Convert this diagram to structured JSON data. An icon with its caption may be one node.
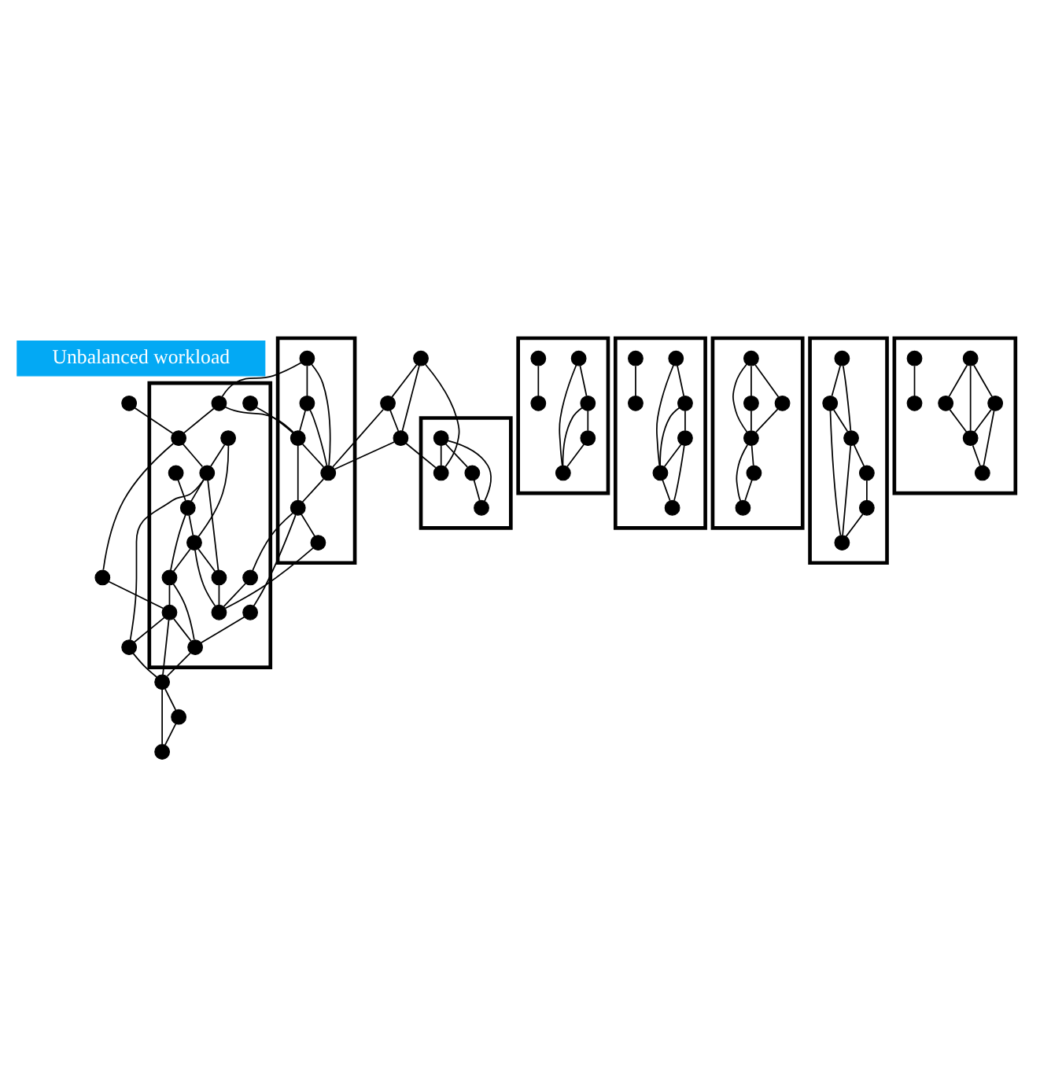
{
  "diagram": {
    "nodes": [
      {
        "text": [
          "Unbalanced workload"
        ]
      },
      {
        "text": [],
        "shape": "circle"
      },
      {
        "text": [],
        "shape": "circle"
      },
      {
        "text": [],
        "shape": "circle"
      },
      {
        "text": [],
        "shape": "box"
      },
      {
        "text": [],
        "shape": "circle",
        "in": 4
      },
      {
        "text": [],
        "shape": "circle",
        "in": 4
      },
      {
        "text": [],
        "shape": "circle",
        "in": 4
      },
      {
        "text": [],
        "shape": "circle",
        "in": 4
      },
      {
        "text": [],
        "shape": "circle",
        "in": 4
      },
      {
        "text": [],
        "shape": "circle",
        "in": 4
      },
      {
        "text": [],
        "shape": "box"
      },
      {
        "text": [],
        "shape": "circle",
        "in": 11
      },
      {
        "text": [],
        "shape": "circle",
        "in": 11
      },
      {
        "text": [],
        "shape": "circle",
        "in": 11
      },
      {
        "text": [],
        "shape": "circle",
        "in": 11
      },
      {
        "text": [],
        "shape": "circle"
      },
      {
        "text": [],
        "shape": "box"
      },
      {
        "text": [],
        "shape": "circle",
        "in": 17
      },
      {
        "text": [],
        "shape": "circle",
        "in": 17
      },
      {
        "text": [],
        "shape": "circle",
        "in": 17
      },
      {
        "text": [],
        "shape": "circle",
        "in": 17
      },
      {
        "text": [],
        "shape": "circle",
        "in": 17
      },
      {
        "text": [],
        "shape": "circle",
        "in": 17
      },
      {
        "text": [],
        "shape": "circle",
        "in": 17
      },
      {
        "text": [],
        "shape": "circle",
        "in": 17
      },
      {
        "text": [],
        "shape": "circle",
        "in": 17
      },
      {
        "text": [],
        "shape": "circle",
        "in": 17
      },
      {
        "text": [],
        "shape": "circle",
        "in": 17
      },
      {
        "text": [],
        "shape": "circle",
        "in": 17
      },
      {
        "text": [],
        "shape": "circle",
        "in": 17
      },
      {
        "text": [],
        "shape": "circle",
        "in": 17
      },
      {
        "text": [],
        "shape": "circle",
        "in": 17
      },
      {
        "text": [],
        "shape": "circle"
      },
      {
        "text": [],
        "shape": "circle"
      },
      {
        "text": [],
        "shape": "box"
      },
      {
        "text": [],
        "shape": "circle"
      },
      {
        "text": [],
        "shape": "circle",
        "in": 35
      },
      {
        "text": [],
        "shape": "circle",
        "in": 35
      },
      {
        "text": [],
        "shape": "circle",
        "in": 35
      },
      {
        "text": [],
        "shape": "circle",
        "in": 35
      },
      {
        "text": [],
        "shape": "circle",
        "in": 35
      },
      {
        "text": [],
        "shape": "circle",
        "in": 35
      },
      {
        "text": [],
        "shape": "circle"
      },
      {
        "text": [],
        "shape": "circle"
      },
      {
        "text": [],
        "shape": "box"
      },
      {
        "text": [],
        "shape": "circle",
        "in": 45
      },
      {
        "text": [],
        "shape": "circle",
        "in": 45
      },
      {
        "text": [],
        "shape": "circle",
        "in": 45
      },
      {
        "text": [],
        "shape": "circle",
        "in": 45
      },
      {
        "text": [],
        "shape": "circle",
        "in": 45
      },
      {
        "text": [],
        "shape": "circle",
        "in": 45
      },
      {
        "text": [],
        "shape": "circle",
        "in": 45
      },
      {
        "text": [],
        "shape": "box"
      },
      {
        "text": [],
        "shape": "circle",
        "in": 53
      },
      {
        "text": [],
        "shape": "circle",
        "in": 53
      },
      {
        "text": [],
        "shape": "circle",
        "in": 53
      },
      {
        "text": [],
        "shape": "circle",
        "in": 53
      },
      {
        "text": [],
        "shape": "circle",
        "in": 53
      },
      {
        "text": [],
        "shape": "circle",
        "in": 53
      },
      {
        "text": [],
        "shape": "box"
      },
      {
        "text": [],
        "shape": "circle",
        "in": 60
      },
      {
        "text": [],
        "shape": "circle",
        "in": 60
      },
      {
        "text": [],
        "shape": "circle",
        "in": 60
      },
      {
        "text": [],
        "shape": "circle",
        "in": 60
      },
      {
        "text": [],
        "shape": "circle",
        "in": 60
      },
      {
        "text": [],
        "shape": "circle",
        "in": 60
      },
      {
        "text": [],
        "shape": "box"
      },
      {
        "text": [],
        "shape": "circle",
        "in": 67
      },
      {
        "text": [],
        "shape": "circle",
        "in": 67
      },
      {
        "text": [],
        "shape": "circle",
        "in": 67
      },
      {
        "text": [],
        "shape": "circle",
        "in": 67
      },
      {
        "text": [],
        "shape": "circle",
        "in": 67
      },
      {
        "text": [],
        "shape": "circle",
        "in": 67
      },
      {
        "text": [],
        "shape": "circle",
        "in": 67
      }
    ],
    "edges": [
      {
        "from": 1,
        "to": 2,
        "arrow": "none"
      },
      {
        "from": 1,
        "to": 3,
        "arrow": "none"
      },
      {
        "from": 2,
        "to": 3,
        "arrow": "none"
      },
      {
        "from": 1,
        "to": 15,
        "arrow": "none"
      },
      {
        "from": 3,
        "to": 15,
        "arrow": "none"
      },
      {
        "from": 2,
        "to": 7,
        "arrow": "none"
      },
      {
        "from": 3,
        "to": 7,
        "arrow": "none"
      },
      {
        "from": 5,
        "to": 6,
        "arrow": "none"
      },
      {
        "from": 5,
        "to": 7,
        "arrow": "none"
      },
      {
        "from": 6,
        "to": 7,
        "arrow": "none"
      },
      {
        "from": 5,
        "to": 19,
        "arrow": "none"
      },
      {
        "from": 6,
        "to": 8,
        "arrow": "none"
      },
      {
        "from": 8,
        "to": 7,
        "arrow": "none"
      },
      {
        "from": 7,
        "to": 9,
        "arrow": "none"
      },
      {
        "from": 8,
        "to": 9,
        "arrow": "none"
      },
      {
        "from": 9,
        "to": 10,
        "arrow": "none"
      },
      {
        "from": 12,
        "to": 13,
        "arrow": "none"
      },
      {
        "from": 12,
        "to": 14,
        "arrow": "none"
      },
      {
        "from": 13,
        "to": 14,
        "arrow": "none"
      },
      {
        "from": 12,
        "to": 15,
        "arrow": "none"
      },
      {
        "from": 8,
        "to": 24,
        "arrow": "none"
      },
      {
        "from": 9,
        "to": 18,
        "arrow": "none"
      },
      {
        "from": 10,
        "to": 25,
        "arrow": "none"
      },
      {
        "from": 19,
        "to": 8,
        "arrow": "none"
      },
      {
        "from": 20,
        "to": 9,
        "arrow": "none"
      },
      {
        "from": 16,
        "to": 21,
        "arrow": "none"
      },
      {
        "from": 19,
        "to": 21,
        "arrow": "none"
      },
      {
        "from": 21,
        "to": 22,
        "arrow": "none"
      },
      {
        "from": 22,
        "to": 23,
        "arrow": "none"
      },
      {
        "from": 23,
        "to": 25,
        "arrow": "none"
      },
      {
        "from": 20,
        "to": 25,
        "arrow": "none"
      },
      {
        "from": 26,
        "to": 22,
        "arrow": "none"
      },
      {
        "from": 26,
        "to": 28,
        "arrow": "none"
      },
      {
        "from": 22,
        "to": 30,
        "arrow": "none"
      },
      {
        "from": 28,
        "to": 23,
        "arrow": "none"
      },
      {
        "from": 28,
        "to": 25,
        "arrow": "none"
      },
      {
        "from": 29,
        "to": 30,
        "arrow": "none"
      },
      {
        "from": 30,
        "to": 28,
        "arrow": "none"
      },
      {
        "from": 30,
        "to": 31,
        "arrow": "none"
      },
      {
        "from": 31,
        "to": 32,
        "arrow": "none"
      },
      {
        "from": 28,
        "to": 31,
        "arrow": "none"
      },
      {
        "from": 31,
        "to": 27,
        "arrow": "none"
      },
      {
        "from": 32,
        "to": 27,
        "arrow": "none"
      },
      {
        "from": 18,
        "to": 27,
        "arrow": "none"
      },
      {
        "from": 27,
        "to": 34,
        "arrow": "none"
      },
      {
        "from": 32,
        "to": 34,
        "arrow": "none"
      },
      {
        "from": 21,
        "to": 33,
        "arrow": "none"
      },
      {
        "from": 33,
        "to": 32,
        "arrow": "none"
      },
      {
        "from": 22,
        "to": 43,
        "arrow": "none"
      },
      {
        "from": 32,
        "to": 43,
        "arrow": "none"
      },
      {
        "from": 43,
        "to": 34,
        "arrow": "none"
      },
      {
        "from": 34,
        "to": 44,
        "arrow": "none"
      },
      {
        "from": 34,
        "to": 36,
        "arrow": "none"
      },
      {
        "from": 44,
        "to": 36,
        "arrow": "none"
      },
      {
        "from": 37,
        "to": 38,
        "arrow": "none"
      },
      {
        "from": 37,
        "to": 39,
        "arrow": "none"
      },
      {
        "from": 39,
        "to": 38,
        "arrow": "none"
      },
      {
        "from": 39,
        "to": 41,
        "arrow": "none"
      },
      {
        "from": 41,
        "to": 38,
        "arrow": "none"
      },
      {
        "from": 40,
        "to": 42,
        "arrow": "none"
      },
      {
        "from": 46,
        "to": 47,
        "arrow": "none"
      },
      {
        "from": 46,
        "to": 50,
        "arrow": "none"
      },
      {
        "from": 47,
        "to": 50,
        "arrow": "none"
      },
      {
        "from": 47,
        "to": 49,
        "arrow": "none"
      },
      {
        "from": 49,
        "to": 50,
        "arrow": "none"
      },
      {
        "from": 49,
        "to": 52,
        "arrow": "none"
      },
      {
        "from": 50,
        "to": 52,
        "arrow": "none"
      },
      {
        "from": 48,
        "to": 51,
        "arrow": "none"
      },
      {
        "from": 55,
        "to": 54,
        "arrow": "none"
      },
      {
        "from": 55,
        "to": 57,
        "arrow": "none"
      },
      {
        "from": 54,
        "to": 57,
        "arrow": "none"
      },
      {
        "from": 57,
        "to": 56,
        "arrow": "none"
      },
      {
        "from": 55,
        "to": 58,
        "arrow": "none"
      },
      {
        "from": 58,
        "to": 57,
        "arrow": "none"
      },
      {
        "from": 57,
        "to": 59,
        "arrow": "none"
      },
      {
        "from": 59,
        "to": 56,
        "arrow": "none"
      },
      {
        "from": 62,
        "to": 61,
        "arrow": "none"
      },
      {
        "from": 62,
        "to": 64,
        "arrow": "none"
      },
      {
        "from": 61,
        "to": 64,
        "arrow": "none"
      },
      {
        "from": 61,
        "to": 63,
        "arrow": "none"
      },
      {
        "from": 64,
        "to": 63,
        "arrow": "none"
      },
      {
        "from": 64,
        "to": 66,
        "arrow": "none"
      },
      {
        "from": 66,
        "to": 65,
        "arrow": "none"
      },
      {
        "from": 65,
        "to": 63,
        "arrow": "none"
      },
      {
        "from": 69,
        "to": 68,
        "arrow": "none"
      },
      {
        "from": 68,
        "to": 70,
        "arrow": "none"
      },
      {
        "from": 69,
        "to": 71,
        "arrow": "none"
      },
      {
        "from": 68,
        "to": 71,
        "arrow": "none"
      },
      {
        "from": 71,
        "to": 70,
        "arrow": "none"
      },
      {
        "from": 69,
        "to": 74,
        "arrow": "none"
      },
      {
        "from": 74,
        "to": 71,
        "arrow": "none"
      },
      {
        "from": 72,
        "to": 73,
        "arrow": "none"
      }
    ]
  }
}
